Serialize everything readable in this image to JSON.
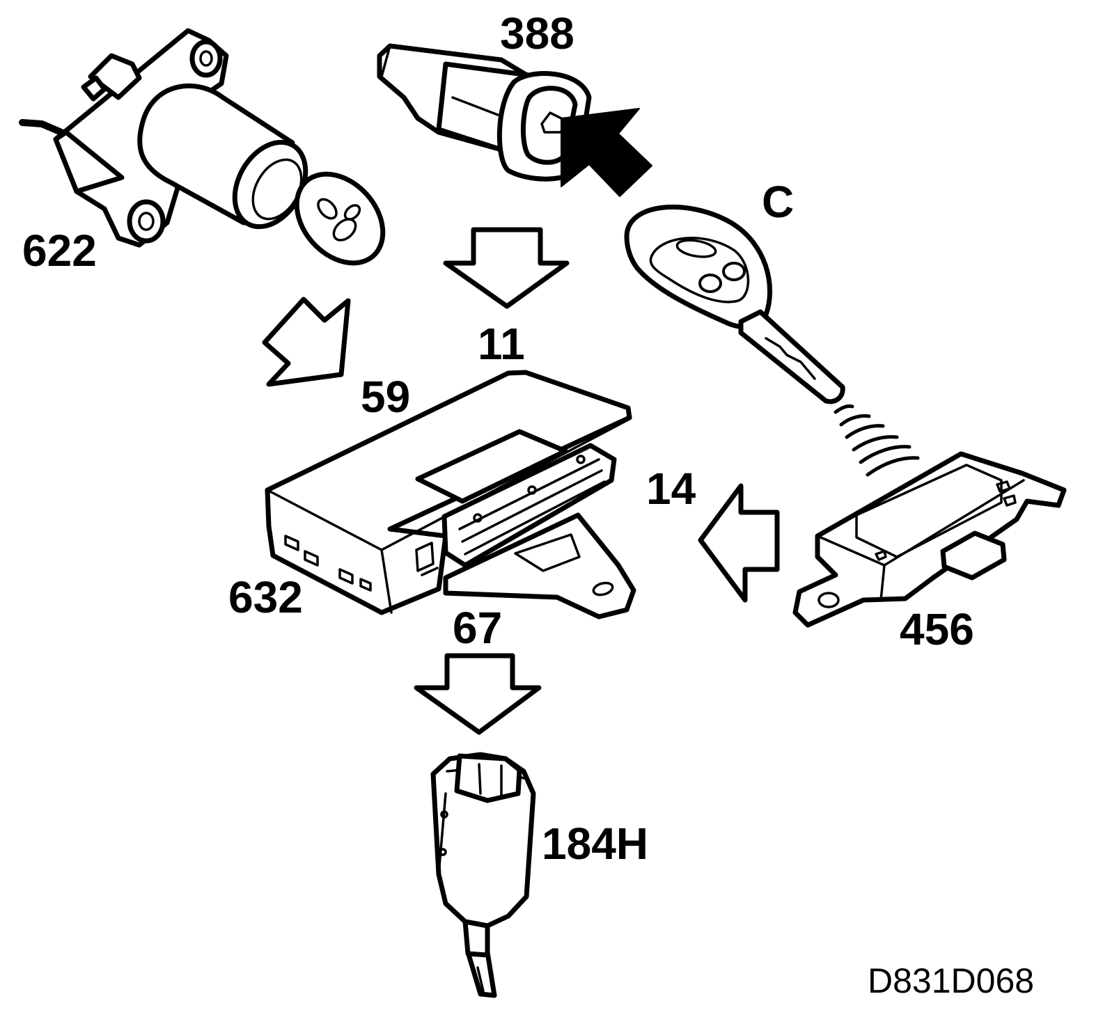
{
  "labels": {
    "ignition_switch": "622",
    "hood_switch": "388",
    "remote_key": "C",
    "arrow_11": "11",
    "arrow_59": "59",
    "arrow_14": "14",
    "arrow_67": "67",
    "control_module": "632",
    "receiver": "456",
    "diagnostic_connector": "184H",
    "figure_code": "D831D068"
  },
  "colors": {
    "ink": "#000000",
    "paper": "#ffffff"
  }
}
